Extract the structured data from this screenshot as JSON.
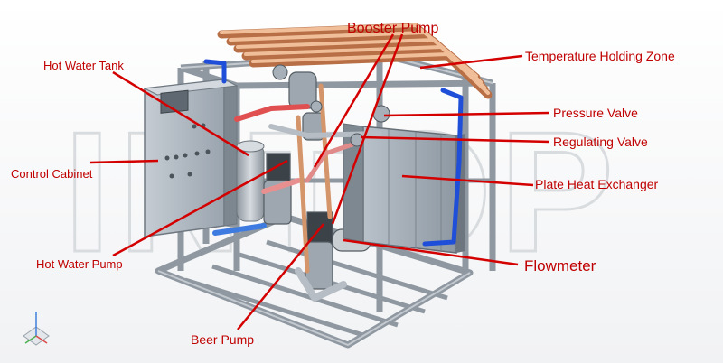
{
  "watermark": "INTOP",
  "colors": {
    "label": "#c00000",
    "leader": "#d40000",
    "frame": "#9aa3ab",
    "cabinet": "#a9b3bc",
    "copper": "#d4956a",
    "blue_pipe": "#1f4fd8",
    "red_pipe": "#e05050"
  },
  "labels": {
    "booster_pump": "Booster Pump",
    "temperature_holding_zone": "Temperature Holding Zone",
    "hot_water_tank": "Hot Water Tank",
    "pressure_valve": "Pressure Valve",
    "regulating_valve": "Regulating Valve",
    "control_cabinet": "Control Cabinet",
    "plate_heat_exchanger": "Plate Heat Exchanger",
    "hot_water_pump": "Hot Water Pump",
    "flowmeter": "Flowmeter",
    "beer_pump": "Beer Pump"
  }
}
